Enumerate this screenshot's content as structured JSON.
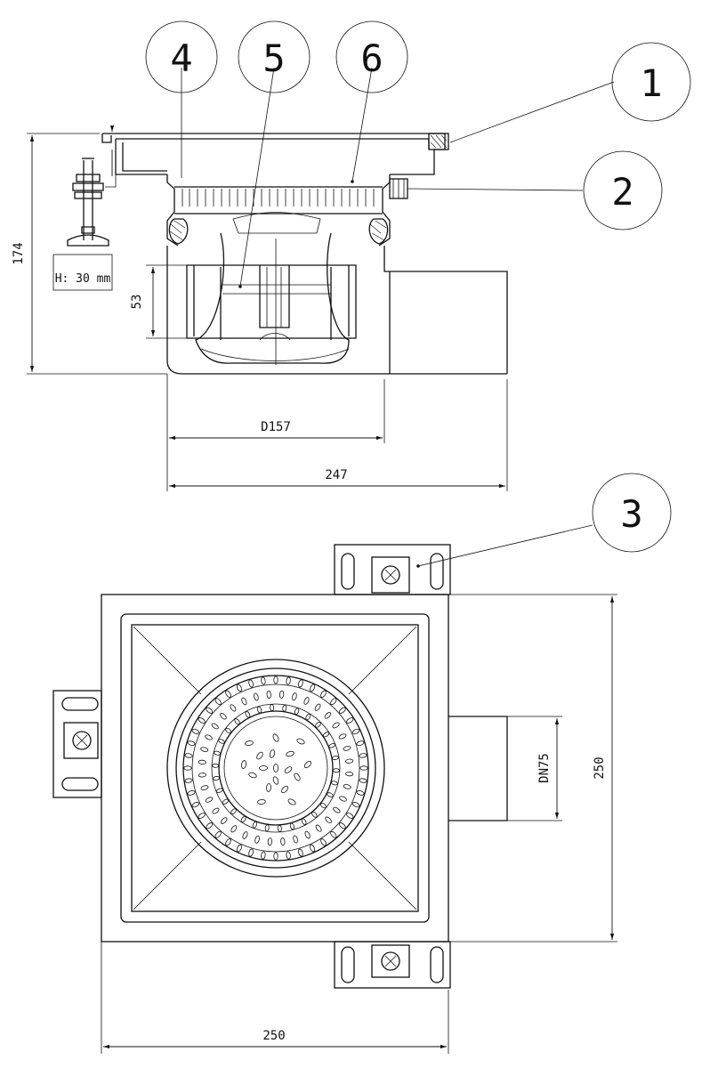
{
  "callouts": [
    {
      "id": "c4",
      "label": "4"
    },
    {
      "id": "c5",
      "label": "5"
    },
    {
      "id": "c6",
      "label": "6"
    },
    {
      "id": "c1",
      "label": "1"
    },
    {
      "id": "c2",
      "label": "2"
    },
    {
      "id": "c3",
      "label": "3"
    }
  ],
  "dimensions": {
    "height_total": "174",
    "height_inner": "53",
    "diameter": "D157",
    "width_side": "247",
    "outlet": "DN75",
    "plan_height": "250",
    "plan_width": "250"
  },
  "notes": {
    "foot_height": "H: 30 mm"
  }
}
